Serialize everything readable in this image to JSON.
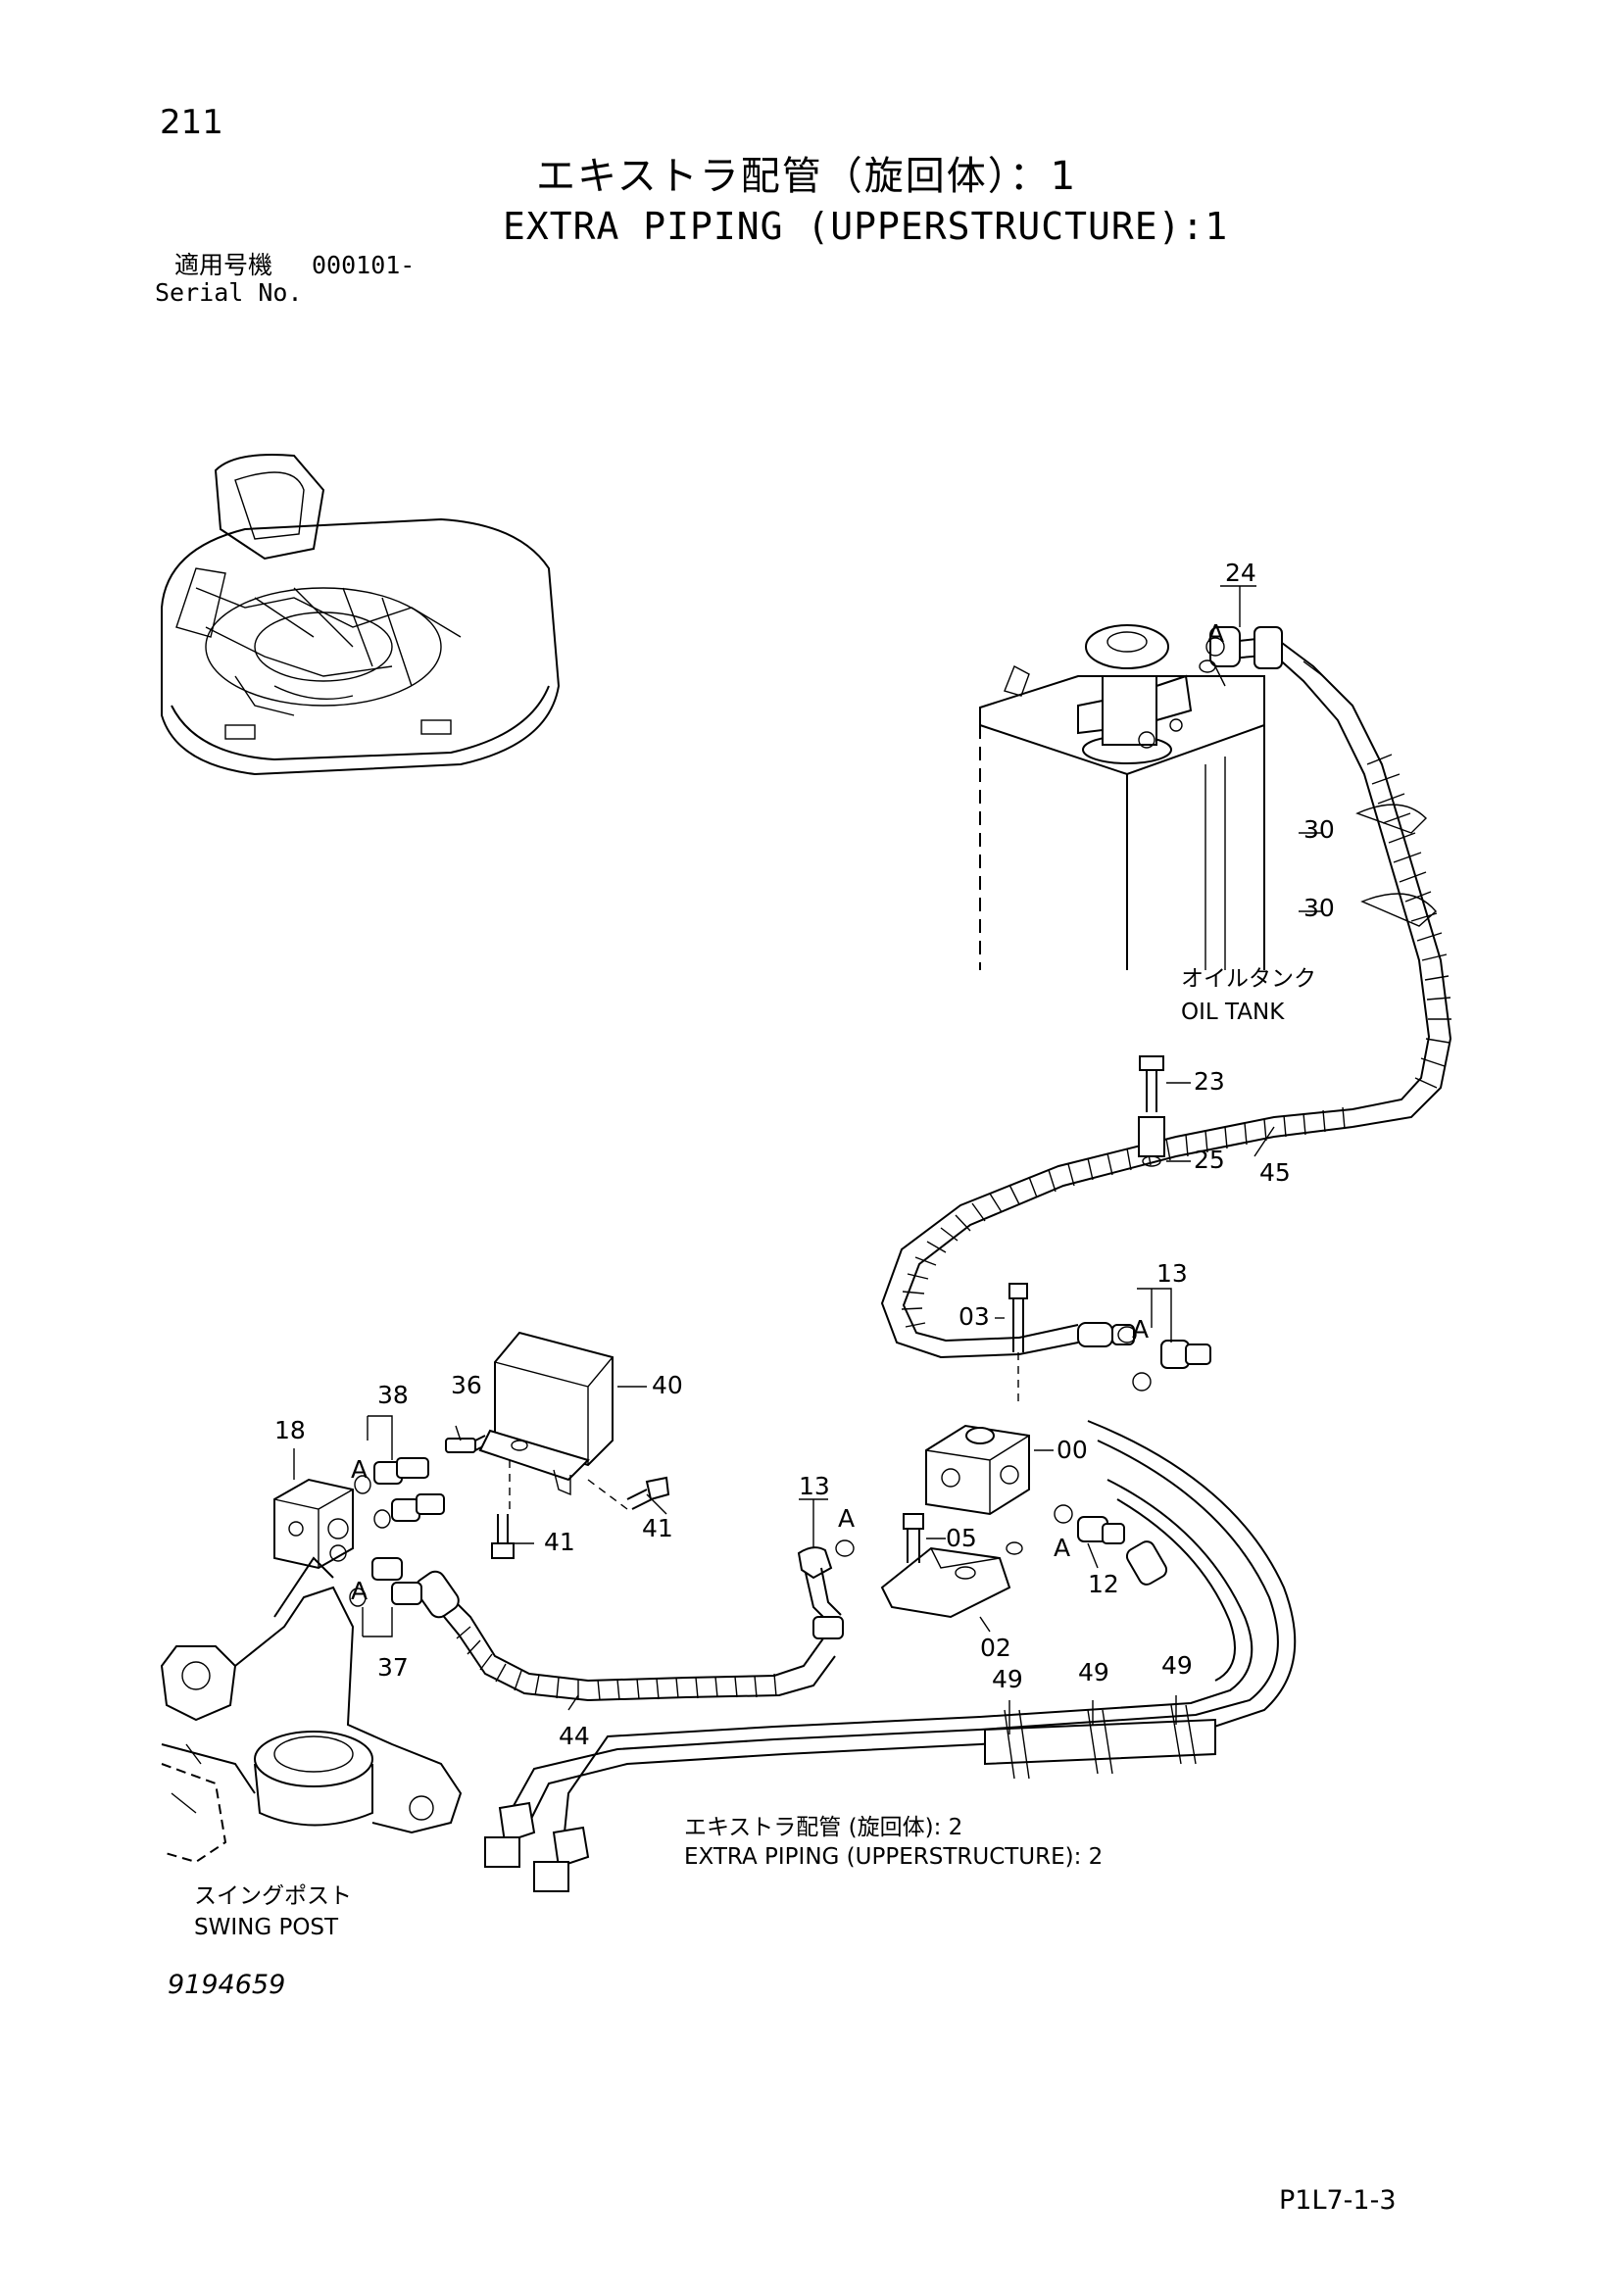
{
  "header": {
    "page_number": "211",
    "title_jp": "エキストラ配管（旋回体）：1",
    "title_en": "EXTRA PIPING (UPPERSTRUCTURE):1",
    "serial_label_jp": "適用号機",
    "serial_value": "000101-",
    "serial_label_en": "Serial No."
  },
  "callouts": {
    "p24": "24",
    "p30a": "30",
    "p30b": "30",
    "p23": "23",
    "p25": "25",
    "p45": "45",
    "p13a": "13",
    "p03": "03",
    "p40": "40",
    "p38": "38",
    "p36": "36",
    "p18": "18",
    "p41a": "41",
    "p41b": "41",
    "p13b": "13",
    "p00": "00",
    "p05": "05",
    "p02": "02",
    "p12": "12",
    "p37": "37",
    "p44": "44",
    "p49a": "49",
    "p49b": "49",
    "p49c": "49",
    "a1": "A",
    "a2": "A",
    "a3": "A",
    "a4": "A",
    "a5": "A",
    "a6": "A"
  },
  "labels": {
    "oil_tank_jp": "オイルタンク",
    "oil_tank_en": "OIL TANK",
    "extra2_jp": "エキストラ配管 (旋回体): 2",
    "extra2_en": "EXTRA PIPING (UPPERSTRUCTURE): 2",
    "swing_post_jp": "スイングポスト",
    "swing_post_en": "SWING POST"
  },
  "footer": {
    "drawing_number": "9194659",
    "page_code": "P1L7-1-3"
  }
}
